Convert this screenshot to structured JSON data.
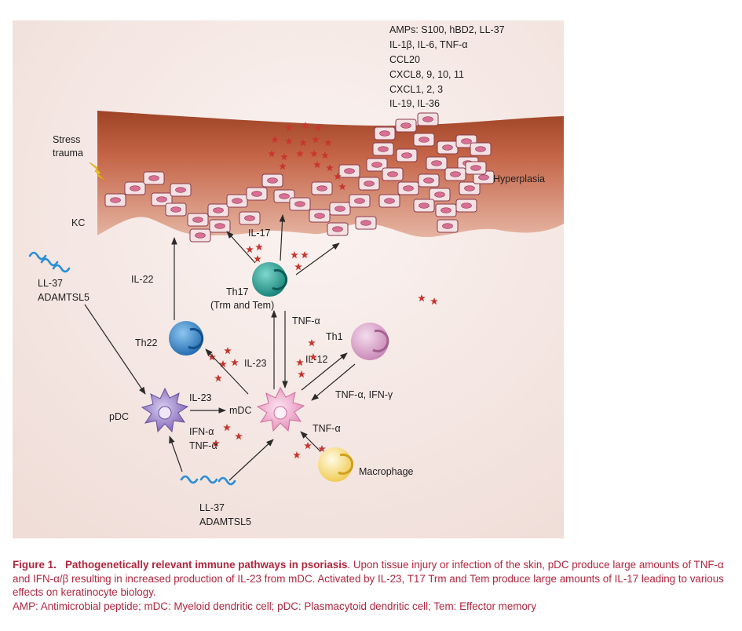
{
  "diagram": {
    "kc_label": "KC",
    "stress_label": [
      "Stress",
      "trauma"
    ],
    "hyperplasia_label": "Hyperplasia",
    "mediators": [
      "AMPs: S100, hBD2, LL-37",
      "IL-1β, IL-6, TNF-α",
      "CCL20",
      "CXCL8, 9, 10, 11",
      "CXCL1, 2, 3",
      "IL-19, IL-36"
    ],
    "cells": {
      "th17": [
        "Th17",
        "(Trm and Tem)"
      ],
      "th22": "Th22",
      "th1": "Th1",
      "pdc": "pDC",
      "mdc": "mDC",
      "macrophage": "Macrophage"
    },
    "edges": {
      "il17": "IL-17",
      "il22": "IL-22",
      "il23_mdc_th17": "IL-23",
      "tnf_th17_mdc": "TNF-α",
      "il12": "IL-12",
      "tnf_ifn_th1": "TNF-α, IFN-γ",
      "il23_pdc": "IL-23",
      "ifn_pdc": "IFN-α",
      "tnf_pdc": "TNF-α",
      "tnf_macrophage": "TNF-α"
    },
    "ll37_top": [
      "LL-37",
      "ADAMTSL5"
    ],
    "ll37_bottom": [
      "LL-37",
      "ADAMTSL5"
    ],
    "colors": {
      "panel_background": "#f2e3de",
      "tissue": "#b7573b",
      "keratinocyte_fill": "#f2dde0",
      "keratinocyte_nucleus": "#d56f93",
      "cytokine_star": "#c8352f",
      "th17_cell": "#1c958a",
      "th22_cell": "#2c7fc4",
      "th1_cell": "#d9a2c6",
      "pdc_cell": "#8a6fbc",
      "mdc_cell": "#efaac9",
      "macrophage_cell": "#f6d461",
      "ll37_wave": "#2a8fd6",
      "lightning": "#f2c21b"
    }
  },
  "caption": {
    "label": "Figure 1.",
    "title": "Pathogenetically relevant immune pathways in psoriasis",
    "text": ". Upon tissue injury or infection of the skin, pDC produce large amounts of TNF-α and IFN-α/β resulting in increased production of IL-23 from mDC. Activated by IL-23, T17 Trm and Tem produce large amounts of IL-17 leading to various effects on keratinocyte biology.",
    "abbreviations": "AMP: Antimicrobial peptide; mDC: Myeloid dendritic cell; pDC: Plasmacytoid dendritic cell; Tem: Effector memory"
  }
}
